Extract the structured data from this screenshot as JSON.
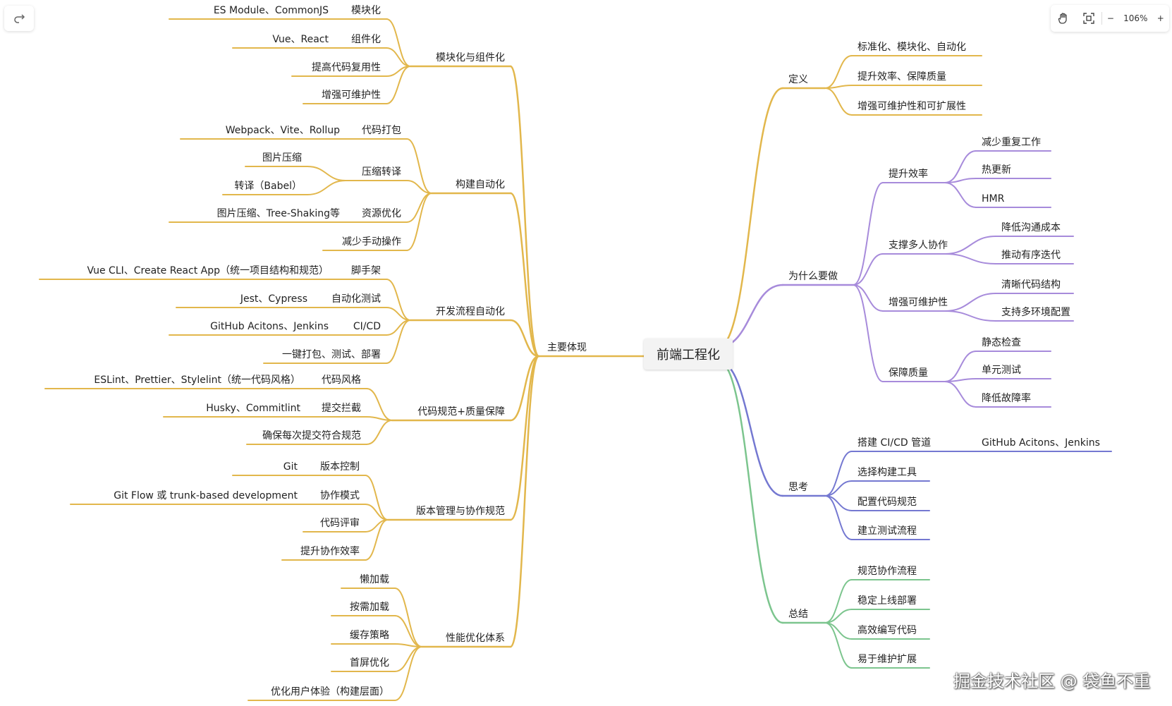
{
  "colors": {
    "yellow": "#e2b74c",
    "purple": "#a78bdb",
    "blue": "#7478d1",
    "green": "#7cc58e"
  },
  "root": {
    "label": "前端工程化"
  },
  "branches": {
    "main": {
      "label": "主要体现",
      "children": [
        {
          "label": "模块化与组件化",
          "children": [
            {
              "label": "模块化",
              "children": [
                {
                  "label": "ES Module、CommonJS"
                }
              ]
            },
            {
              "label": "组件化",
              "children": [
                {
                  "label": "Vue、React"
                }
              ]
            },
            {
              "label": "提高代码复用性"
            },
            {
              "label": "增强可维护性"
            }
          ]
        },
        {
          "label": "构建自动化",
          "children": [
            {
              "label": "代码打包",
              "children": [
                {
                  "label": "Webpack、Vite、Rollup"
                }
              ]
            },
            {
              "label": "压缩转译",
              "children": [
                {
                  "label": "图片压缩"
                },
                {
                  "label": "转译（Babel）"
                }
              ]
            },
            {
              "label": "资源优化",
              "children": [
                {
                  "label": "图片压缩、Tree-Shaking等"
                }
              ]
            },
            {
              "label": "减少手动操作"
            }
          ]
        },
        {
          "label": "开发流程自动化",
          "children": [
            {
              "label": "脚手架",
              "children": [
                {
                  "label": "Vue CLI、Create React App（统一项目结构和规范）"
                }
              ]
            },
            {
              "label": "自动化测试",
              "children": [
                {
                  "label": "Jest、Cypress"
                }
              ]
            },
            {
              "label": "CI/CD",
              "children": [
                {
                  "label": "GitHub Acitons、Jenkins"
                }
              ]
            },
            {
              "label": "一键打包、测试、部署"
            }
          ]
        },
        {
          "label": "代码规范+质量保障",
          "children": [
            {
              "label": "代码风格",
              "children": [
                {
                  "label": "ESLint、Prettier、Stylelint（统一代码风格）"
                }
              ]
            },
            {
              "label": "提交拦截",
              "children": [
                {
                  "label": "Husky、Commitlint"
                }
              ]
            },
            {
              "label": "确保每次提交符合规范"
            }
          ]
        },
        {
          "label": "版本管理与协作规范",
          "children": [
            {
              "label": "版本控制",
              "children": [
                {
                  "label": "Git"
                }
              ]
            },
            {
              "label": "协作模式",
              "children": [
                {
                  "label": "Git Flow 或 trunk-based development"
                }
              ]
            },
            {
              "label": "代码评审"
            },
            {
              "label": "提升协作效率"
            }
          ]
        },
        {
          "label": "性能优化体系",
          "children": [
            {
              "label": "懒加载"
            },
            {
              "label": "按需加载"
            },
            {
              "label": "缓存策略"
            },
            {
              "label": "首屏优化"
            },
            {
              "label": "优化用户体验（构建层面）"
            }
          ]
        }
      ]
    },
    "definition": {
      "label": "定义",
      "children": [
        {
          "label": "标准化、模块化、自动化"
        },
        {
          "label": "提升效率、保障质量"
        },
        {
          "label": "增强可维护性和可扩展性"
        }
      ]
    },
    "why": {
      "label": "为什么要做",
      "children": [
        {
          "label": "提升效率",
          "children": [
            {
              "label": "减少重复工作"
            },
            {
              "label": "热更新"
            },
            {
              "label": "HMR"
            }
          ]
        },
        {
          "label": "支撑多人协作",
          "children": [
            {
              "label": "降低沟通成本"
            },
            {
              "label": "推动有序迭代"
            }
          ]
        },
        {
          "label": "增强可维护性",
          "children": [
            {
              "label": "清晰代码结构"
            },
            {
              "label": "支持多环境配置"
            }
          ]
        },
        {
          "label": "保障质量",
          "children": [
            {
              "label": "静态检查"
            },
            {
              "label": "单元测试"
            },
            {
              "label": "降低故障率"
            }
          ]
        }
      ]
    },
    "thinking": {
      "label": "思考",
      "children": [
        {
          "label": "搭建 CI/CD 管道",
          "children": [
            {
              "label": "GitHub Acitons、Jenkins"
            }
          ]
        },
        {
          "label": "选择构建工具"
        },
        {
          "label": "配置代码规范"
        },
        {
          "label": "建立测试流程"
        }
      ]
    },
    "summary": {
      "label": "总结",
      "children": [
        {
          "label": "规范协作流程"
        },
        {
          "label": "稳定上线部署"
        },
        {
          "label": "高效编写代码"
        },
        {
          "label": "易于维护扩展"
        }
      ]
    }
  },
  "toolbar": {
    "zoom": "106%",
    "minus": "−",
    "plus": "+"
  },
  "watermark": "掘金技术社区 @ 袋鱼不重"
}
